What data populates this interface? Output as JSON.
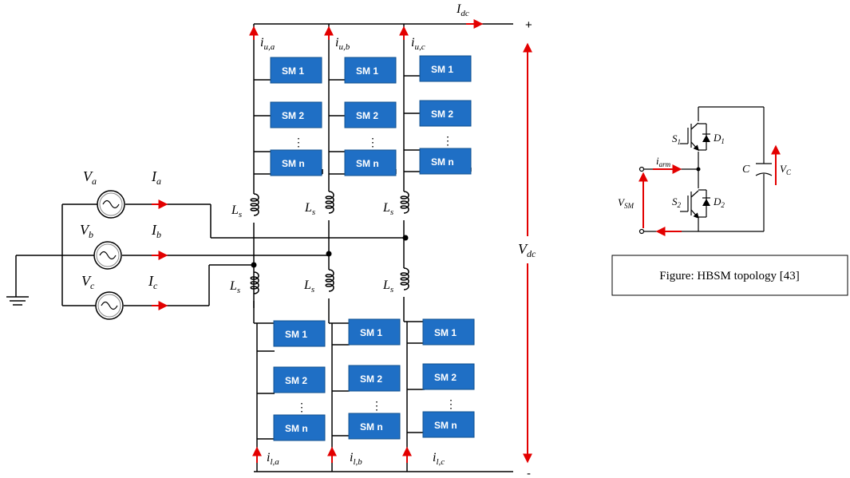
{
  "terminals": {
    "plus": "+",
    "minus": "-"
  },
  "currents": {
    "dc": {
      "main": "I",
      "sub": "dc"
    },
    "upper": [
      {
        "main": "i",
        "sub": "u,a"
      },
      {
        "main": "i",
        "sub": "u,b"
      },
      {
        "main": "i",
        "sub": "u,c"
      }
    ],
    "lower": [
      {
        "main": "i",
        "sub": "l,a"
      },
      {
        "main": "i",
        "sub": "l,b"
      },
      {
        "main": "i",
        "sub": "l,c"
      }
    ],
    "phase": [
      {
        "main": "I",
        "sub": "a"
      },
      {
        "main": "I",
        "sub": "b"
      },
      {
        "main": "I",
        "sub": "c"
      }
    ]
  },
  "voltages": {
    "dc": {
      "main": "V",
      "sub": "dc"
    },
    "phase": [
      {
        "main": "V",
        "sub": "a"
      },
      {
        "main": "V",
        "sub": "b"
      },
      {
        "main": "V",
        "sub": "c"
      }
    ]
  },
  "inductor": {
    "main": "L",
    "sub": "s"
  },
  "submodules": {
    "sm1": "SM 1",
    "sm2": "SM 2",
    "smn": "SM n",
    "dots": "⋮"
  },
  "hbsm": {
    "s1": {
      "main": "S",
      "sub": "1"
    },
    "s2": {
      "main": "S",
      "sub": "2"
    },
    "d1": {
      "main": "D",
      "sub": "1"
    },
    "d2": {
      "main": "D",
      "sub": "2"
    },
    "c": "C",
    "vc": {
      "main": "V",
      "sub": "C"
    },
    "iarm": {
      "main": "i",
      "sub": "arm"
    },
    "vsm": {
      "main": "V",
      "sub": "SM"
    },
    "caption": "Figure: HBSM topology [43]"
  },
  "colors": {
    "wire": "#000000",
    "arrow": "#e30000",
    "submodule": "#1f6fc5",
    "submodule_text": "#ffffff"
  }
}
